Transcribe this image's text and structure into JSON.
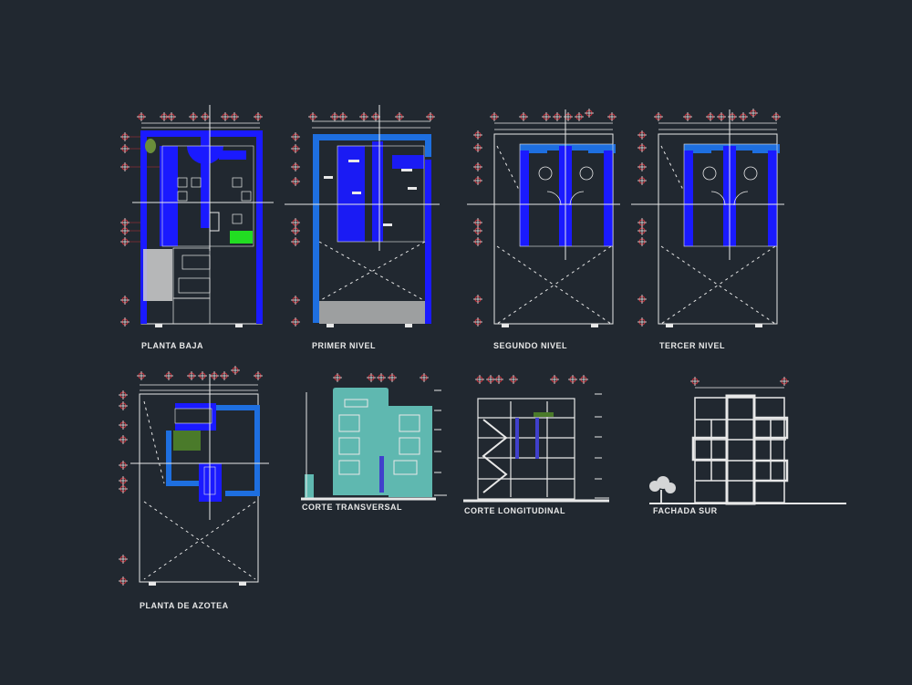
{
  "sheet": {
    "background": "#212830",
    "colors": {
      "line": "#e8e8e8",
      "wall_blue": "#1a1aff",
      "wall_light_blue": "#1e6fe0",
      "axis_red": "#c0303a",
      "section_teal": "#5fb8b0",
      "green_fill": "#22dd22"
    }
  },
  "drawings": [
    {
      "id": "planta-baja",
      "label": "PLANTA BAJA"
    },
    {
      "id": "primer-nivel",
      "label": "PRIMER NIVEL"
    },
    {
      "id": "segundo-nivel",
      "label": "SEGUNDO NIVEL"
    },
    {
      "id": "tercer-nivel",
      "label": "TERCER NIVEL"
    },
    {
      "id": "planta-de-azotea",
      "label": "PLANTA DE AZOTEA"
    },
    {
      "id": "corte-transversal",
      "label": "CORTE TRANSVERSAL"
    },
    {
      "id": "corte-longitudinal",
      "label": "CORTE LONGITUDINAL"
    },
    {
      "id": "fachada-sur",
      "label": "FACHADA SUR"
    }
  ]
}
